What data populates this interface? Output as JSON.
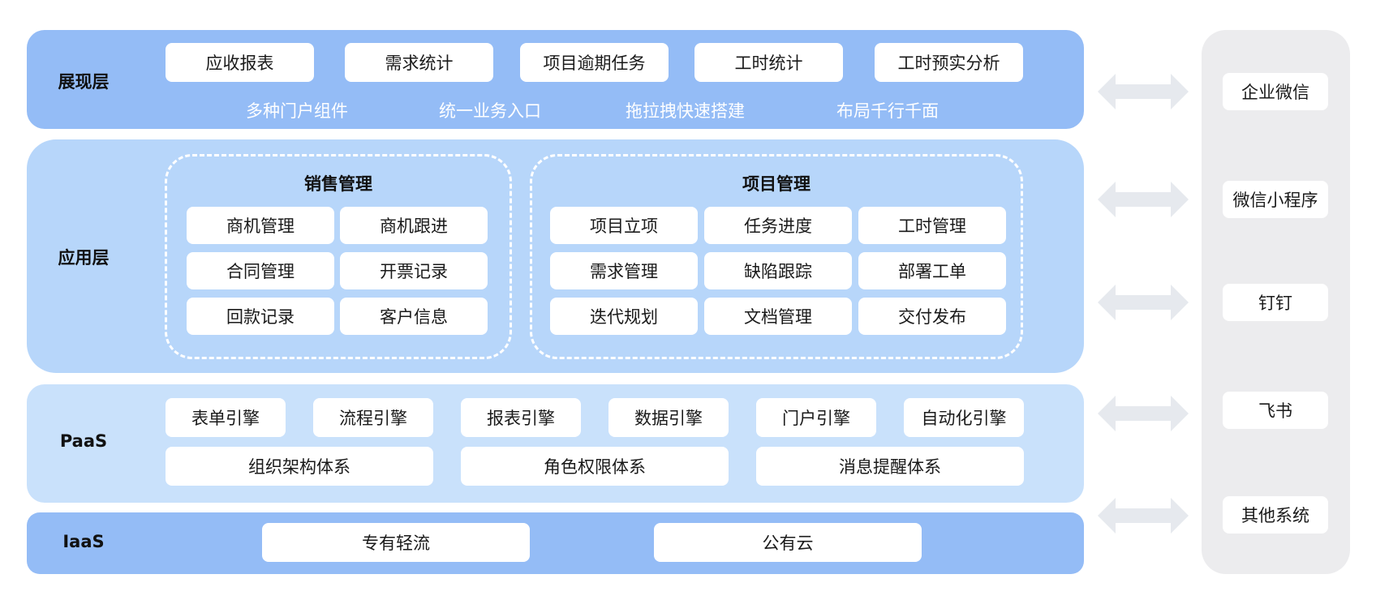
{
  "presentation": {
    "label": "展现层",
    "reports": [
      "应收报表",
      "需求统计",
      "项目逾期任务",
      "工时统计",
      "工时预实分析"
    ],
    "features": [
      "多种门户组件",
      "统一业务入口",
      "拖拉拽快速搭建",
      "布局千行千面"
    ]
  },
  "application": {
    "label": "应用层",
    "sales": {
      "title": "销售管理",
      "items": [
        "商机管理",
        "商机跟进",
        "合同管理",
        "开票记录",
        "回款记录",
        "客户信息"
      ]
    },
    "project": {
      "title": "项目管理",
      "items": [
        "项目立项",
        "任务进度",
        "工时管理",
        "需求管理",
        "缺陷跟踪",
        "部署工单",
        "迭代规划",
        "文档管理",
        "交付发布"
      ]
    }
  },
  "paas": {
    "label": "PaaS",
    "engines": [
      "表单引擎",
      "流程引擎",
      "报表引擎",
      "数据引擎",
      "门户引擎",
      "自动化引擎"
    ],
    "systems": [
      "组织架构体系",
      "角色权限体系",
      "消息提醒体系"
    ]
  },
  "iaas": {
    "label": "IaaS",
    "items": [
      "专有轻流",
      "公有云"
    ]
  },
  "integrations": {
    "items": [
      "企业微信",
      "微信小程序",
      "钉钉",
      "飞书",
      "其他系统"
    ]
  },
  "colors": {
    "layer_dark": "#94bcf6",
    "layer_mid": "#b7d6fa",
    "layer_light": "#c9e1fb",
    "panel": "#ececee",
    "arrow": "#e6e9ee"
  },
  "icons": {
    "connector": "double-arrow-icon"
  }
}
